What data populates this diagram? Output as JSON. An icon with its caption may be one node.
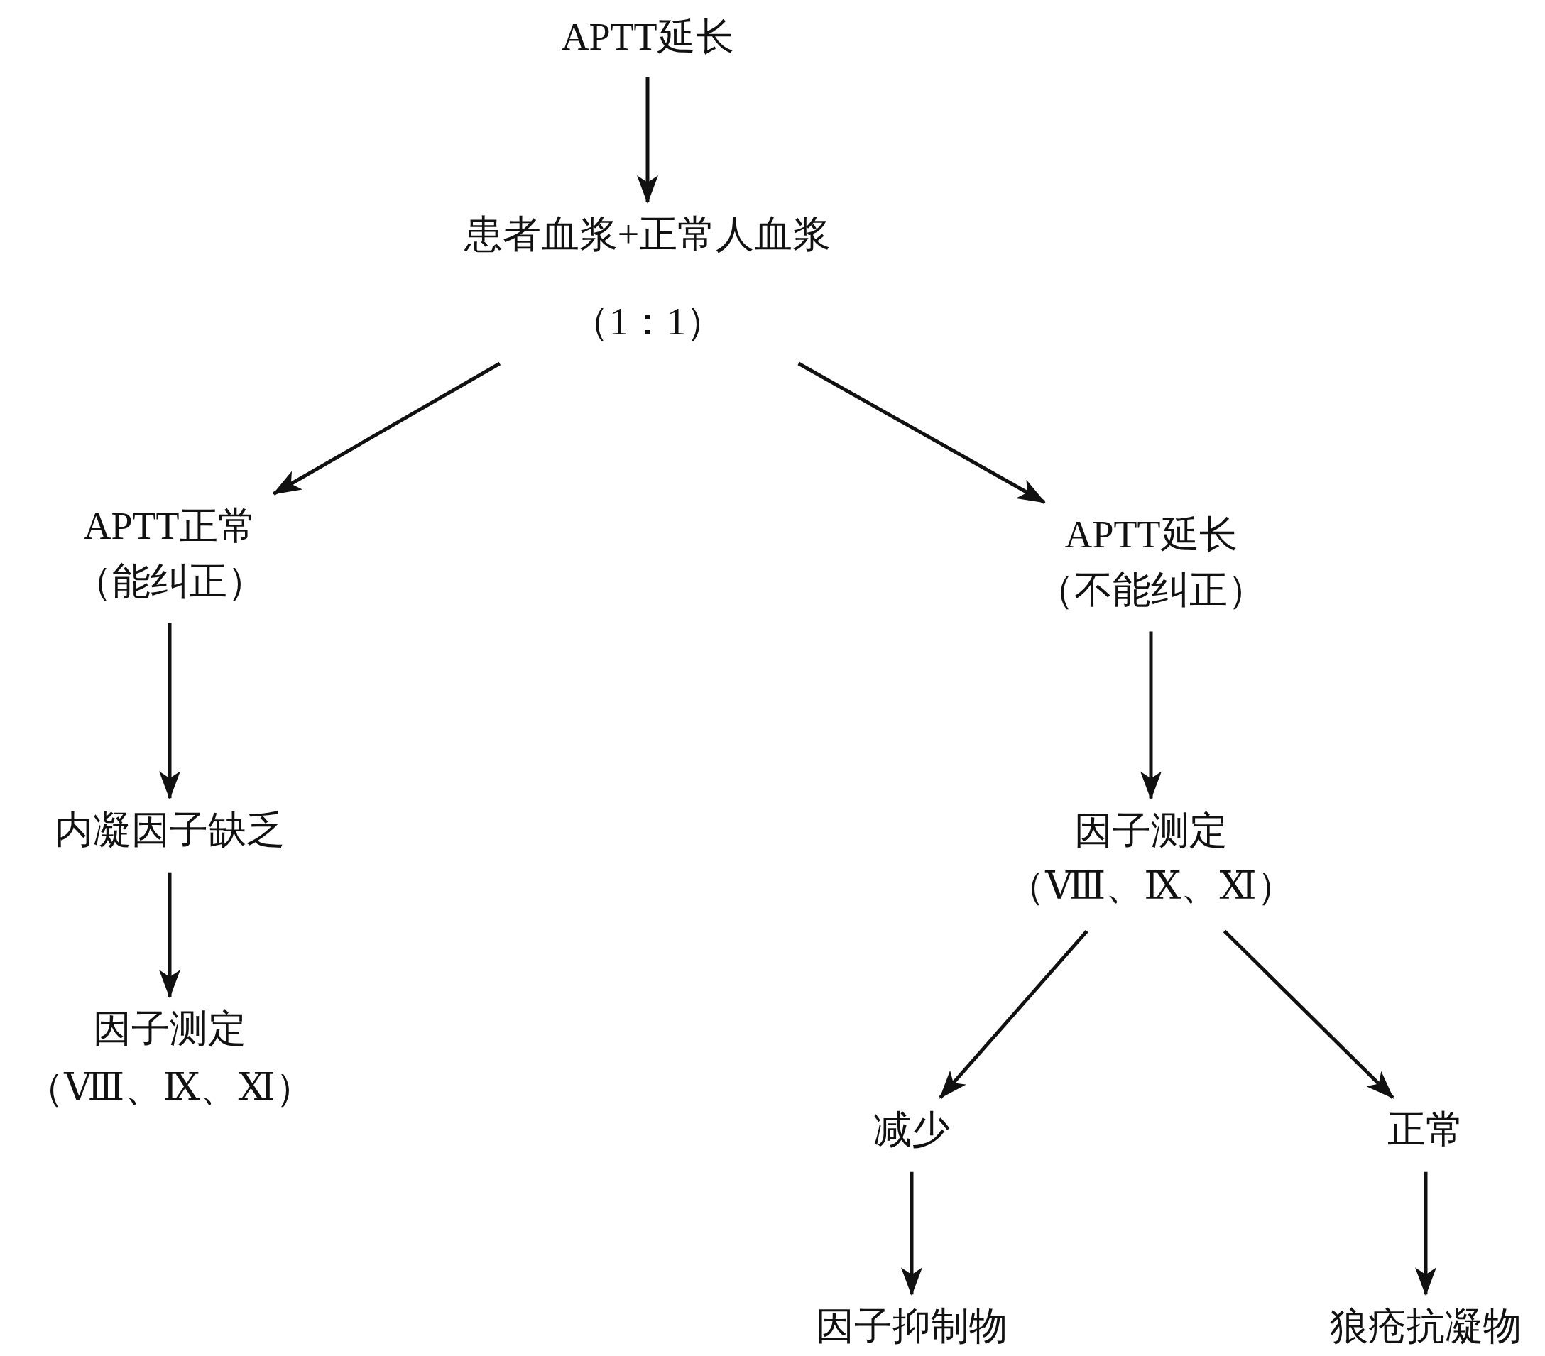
{
  "diagram": {
    "nodes": [
      {
        "text": [
          "APTT延长"
        ]
      },
      {
        "text": [
          "患者血浆+正常人血浆",
          "（1：1）"
        ]
      },
      {
        "text": [
          "APTT正常",
          "（能纠正）"
        ]
      },
      {
        "text": [
          "APTT延长",
          "（不能纠正）"
        ]
      },
      {
        "text": [
          "内凝因子缺乏"
        ]
      },
      {
        "text": [
          "因子测定",
          "（Ⅷ、Ⅸ、Ⅺ）"
        ]
      },
      {
        "text": [
          "因子测定",
          "（Ⅷ、Ⅸ、Ⅺ）"
        ]
      },
      {
        "text": [
          "减少"
        ]
      },
      {
        "text": [
          "正常"
        ]
      },
      {
        "text": [
          "因子抑制物"
        ]
      },
      {
        "text": [
          "狼疮抗凝物"
        ]
      }
    ],
    "edges": [
      {
        "from": 0,
        "to": 1,
        "arrow": "to"
      },
      {
        "from": 1,
        "to": 2,
        "arrow": "to"
      },
      {
        "from": 1,
        "to": 3,
        "arrow": "to"
      },
      {
        "from": 2,
        "to": 4,
        "arrow": "to"
      },
      {
        "from": 4,
        "to": 5,
        "arrow": "to"
      },
      {
        "from": 3,
        "to": 6,
        "arrow": "to"
      },
      {
        "from": 6,
        "to": 7,
        "arrow": "to"
      },
      {
        "from": 6,
        "to": 8,
        "arrow": "to"
      },
      {
        "from": 7,
        "to": 9,
        "arrow": "to"
      },
      {
        "from": 8,
        "to": 10,
        "arrow": "to"
      }
    ]
  }
}
